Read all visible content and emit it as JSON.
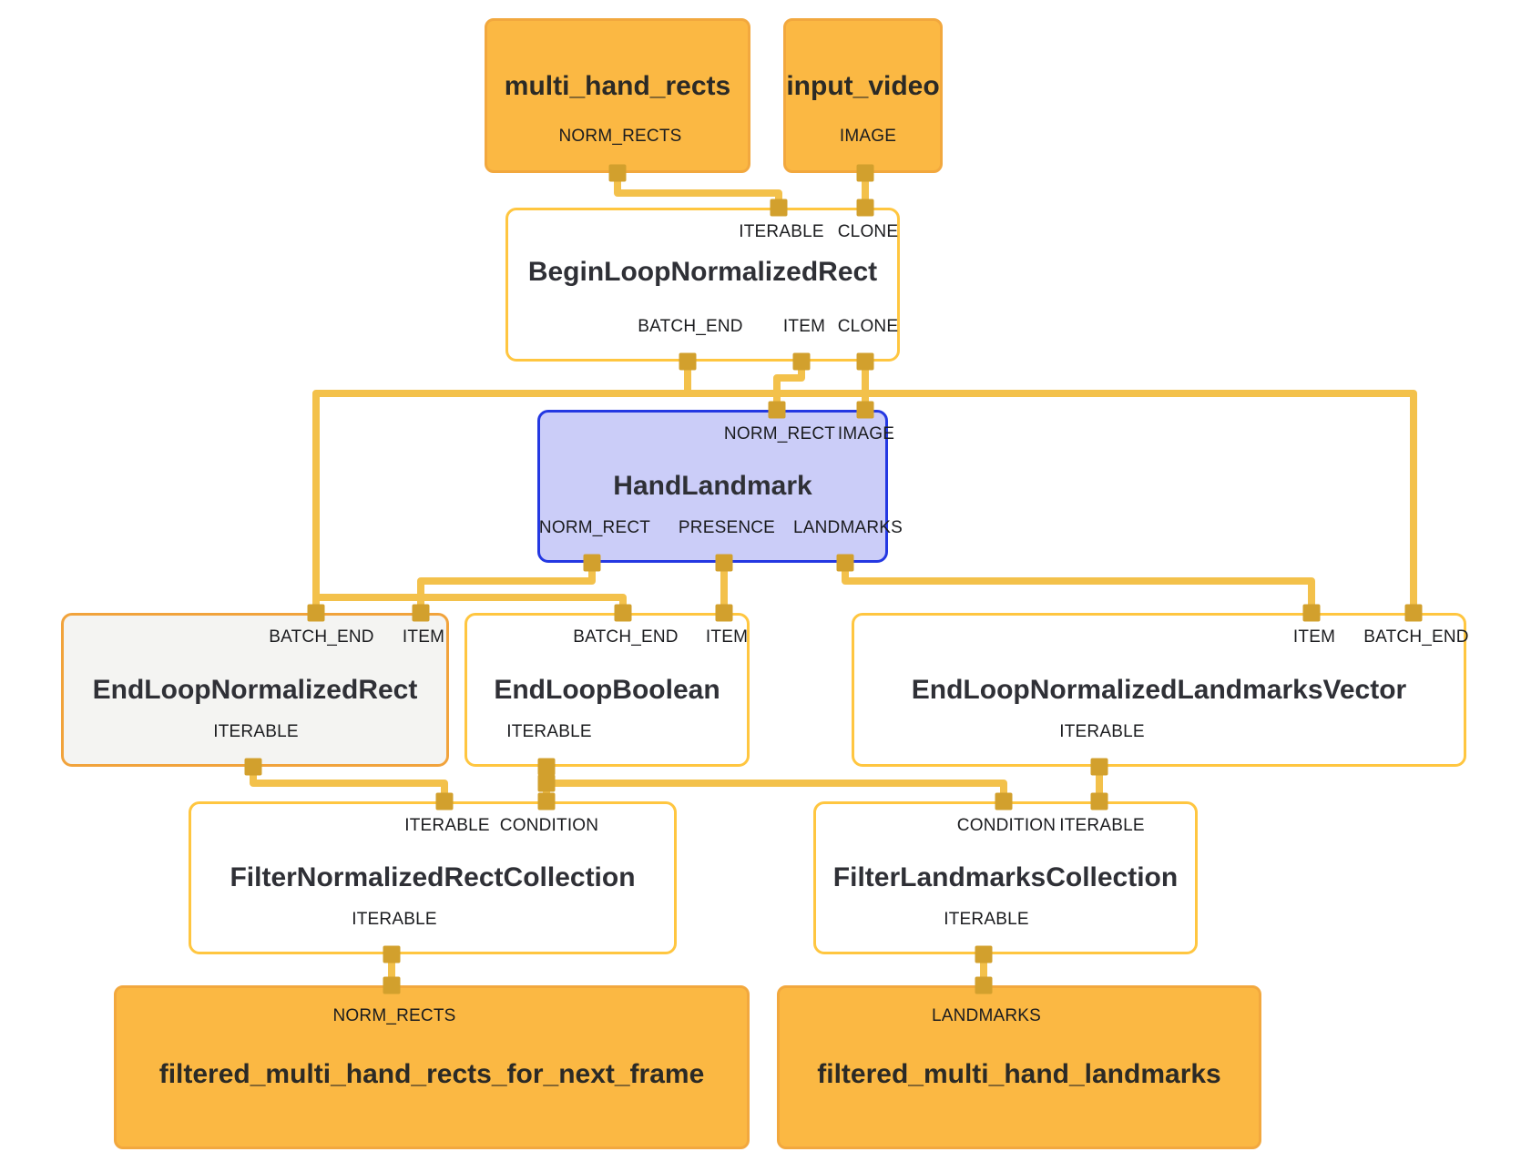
{
  "colors": {
    "wire": "#F3C14B",
    "port": "#D2A02D",
    "node-border": "#FFC640",
    "terminal-fill": "#FBB843",
    "terminal-border": "#F2A83E",
    "selected-fill": "#F4F4F2",
    "selected-border": "#F1A33C",
    "hl-fill": "#CBCDF8",
    "hl-border": "#2438E2"
  },
  "nodes": {
    "multi_hand_rects": {
      "title": "multi_hand_rects",
      "output": "NORM_RECTS"
    },
    "input_video": {
      "title": "input_video",
      "output": "IMAGE"
    },
    "begin_loop_normalized_rect": {
      "title": "BeginLoopNormalizedRect",
      "inputs": [
        "ITERABLE",
        "CLONE"
      ],
      "outputs": [
        "BATCH_END",
        "ITEM",
        "CLONE"
      ]
    },
    "hand_landmark": {
      "title": "HandLandmark",
      "inputs": [
        "NORM_RECT",
        "IMAGE"
      ],
      "outputs": [
        "NORM_RECT",
        "PRESENCE",
        "LANDMARKS"
      ]
    },
    "end_loop_normalized_rect": {
      "title": "EndLoopNormalizedRect",
      "inputs": [
        "BATCH_END",
        "ITEM"
      ],
      "outputs": [
        "ITERABLE"
      ]
    },
    "end_loop_boolean": {
      "title": "EndLoopBoolean",
      "inputs": [
        "BATCH_END",
        "ITEM"
      ],
      "outputs": [
        "ITERABLE"
      ]
    },
    "end_loop_normalized_landmarks_vector": {
      "title": "EndLoopNormalizedLandmarksVector",
      "inputs": [
        "ITEM",
        "BATCH_END"
      ],
      "outputs": [
        "ITERABLE"
      ]
    },
    "filter_normalized_rect_collection": {
      "title": "FilterNormalizedRectCollection",
      "inputs": [
        "ITERABLE",
        "CONDITION"
      ],
      "outputs": [
        "ITERABLE"
      ]
    },
    "filter_landmarks_collection": {
      "title": "FilterLandmarksCollection",
      "inputs": [
        "CONDITION",
        "ITERABLE"
      ],
      "outputs": [
        "ITERABLE"
      ]
    },
    "filtered_multi_hand_rects_for_next_frame": {
      "title": "filtered_multi_hand_rects_for_next_frame",
      "input": "NORM_RECTS"
    },
    "filtered_multi_hand_landmarks": {
      "title": "filtered_multi_hand_landmarks",
      "input": "LANDMARKS"
    }
  },
  "edges": [
    {
      "from": "multi_hand_rects.NORM_RECTS",
      "to": "BeginLoopNormalizedRect.ITERABLE"
    },
    {
      "from": "input_video.IMAGE",
      "to": "BeginLoopNormalizedRect.CLONE"
    },
    {
      "from": "BeginLoopNormalizedRect.ITEM",
      "to": "HandLandmark.NORM_RECT"
    },
    {
      "from": "BeginLoopNormalizedRect.CLONE",
      "to": "HandLandmark.IMAGE"
    },
    {
      "from": "BeginLoopNormalizedRect.BATCH_END",
      "to": "EndLoopNormalizedRect.BATCH_END"
    },
    {
      "from": "BeginLoopNormalizedRect.BATCH_END",
      "to": "EndLoopBoolean.BATCH_END"
    },
    {
      "from": "BeginLoopNormalizedRect.BATCH_END",
      "to": "EndLoopNormalizedLandmarksVector.BATCH_END"
    },
    {
      "from": "HandLandmark.NORM_RECT",
      "to": "EndLoopNormalizedRect.ITEM"
    },
    {
      "from": "HandLandmark.PRESENCE",
      "to": "EndLoopBoolean.ITEM"
    },
    {
      "from": "HandLandmark.LANDMARKS",
      "to": "EndLoopNormalizedLandmarksVector.ITEM"
    },
    {
      "from": "EndLoopNormalizedRect.ITERABLE",
      "to": "FilterNormalizedRectCollection.ITERABLE"
    },
    {
      "from": "EndLoopBoolean.ITERABLE",
      "to": "FilterNormalizedRectCollection.CONDITION"
    },
    {
      "from": "EndLoopBoolean.ITERABLE",
      "to": "FilterLandmarksCollection.CONDITION"
    },
    {
      "from": "EndLoopNormalizedLandmarksVector.ITERABLE",
      "to": "FilterLandmarksCollection.ITERABLE"
    },
    {
      "from": "FilterNormalizedRectCollection.ITERABLE",
      "to": "filtered_multi_hand_rects_for_next_frame.NORM_RECTS"
    },
    {
      "from": "FilterLandmarksCollection.ITERABLE",
      "to": "filtered_multi_hand_landmarks.LANDMARKS"
    }
  ]
}
